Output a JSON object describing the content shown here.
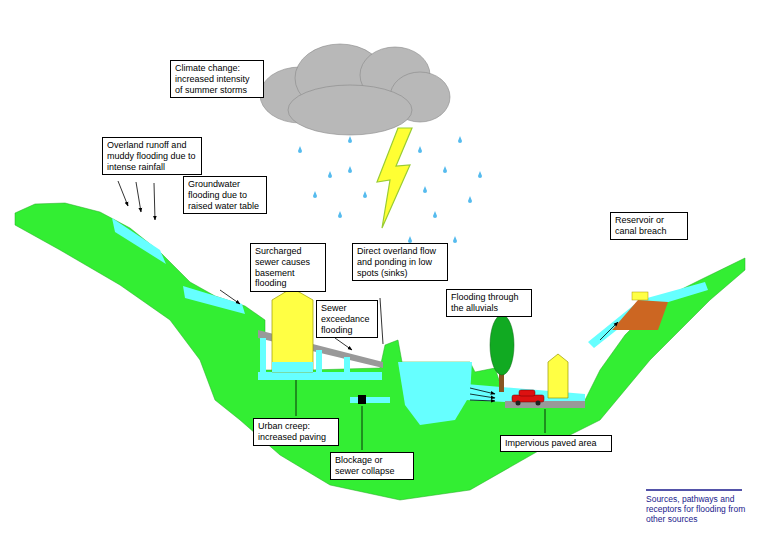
{
  "diagram": {
    "caption": "Sources, pathways and receptors for flooding from other sources",
    "nodes": [
      {
        "text": [
          "Climate change: increased intensity of summer storms"
        ]
      },
      {
        "text": [
          "Overland runoff and muddy flooding due to intense rainfall"
        ]
      },
      {
        "text": [
          "Groundwater flooding due to raised water table"
        ]
      },
      {
        "text": [
          "Surcharged sewer causes basement flooding"
        ]
      },
      {
        "text": [
          "Direct overland flow and ponding in low spots (sinks)"
        ]
      },
      {
        "text": [
          "Reservoir or canal breach"
        ]
      },
      {
        "text": [
          "Flooding through the alluvials"
        ]
      },
      {
        "text": [
          "Sewer exceedance flooding"
        ]
      },
      {
        "text": [
          "Urban creep: increased paving"
        ]
      },
      {
        "text": [
          "Blockage or sewer collapse"
        ]
      },
      {
        "text": [
          "Impervious paved area"
        ]
      }
    ]
  }
}
